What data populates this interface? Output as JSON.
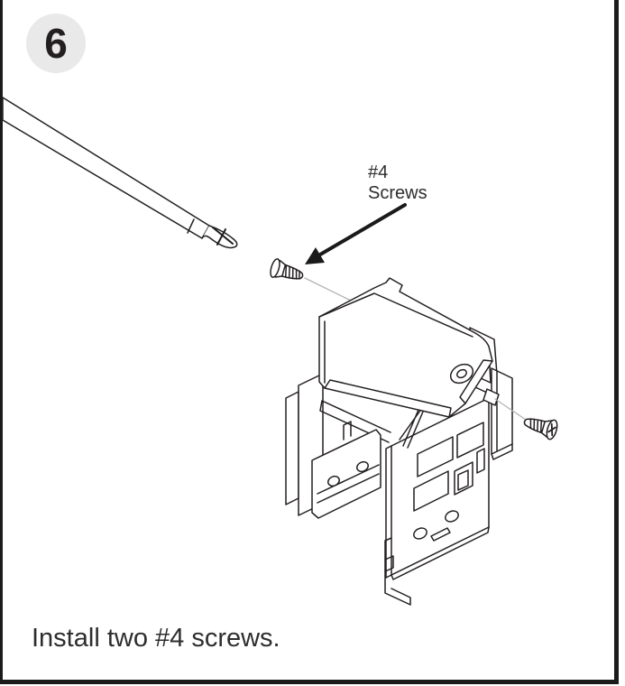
{
  "step_badge": {
    "number": "6"
  },
  "callout": {
    "line1": "#4",
    "line2": "Screws"
  },
  "caption": "Install two #4 screws.",
  "colors": {
    "line_art": "#231f20",
    "frame": "#1b1b1b",
    "badge_background": "#e9e9ea",
    "guide_line": "#b3b3b3",
    "text": "#2d2d2d"
  },
  "illustration_parts": {
    "tool": "phillips-screwdriver",
    "left_screw": "number-4-screw",
    "right_screw": "number-4-screw",
    "assembly": "mounting-bracket"
  }
}
